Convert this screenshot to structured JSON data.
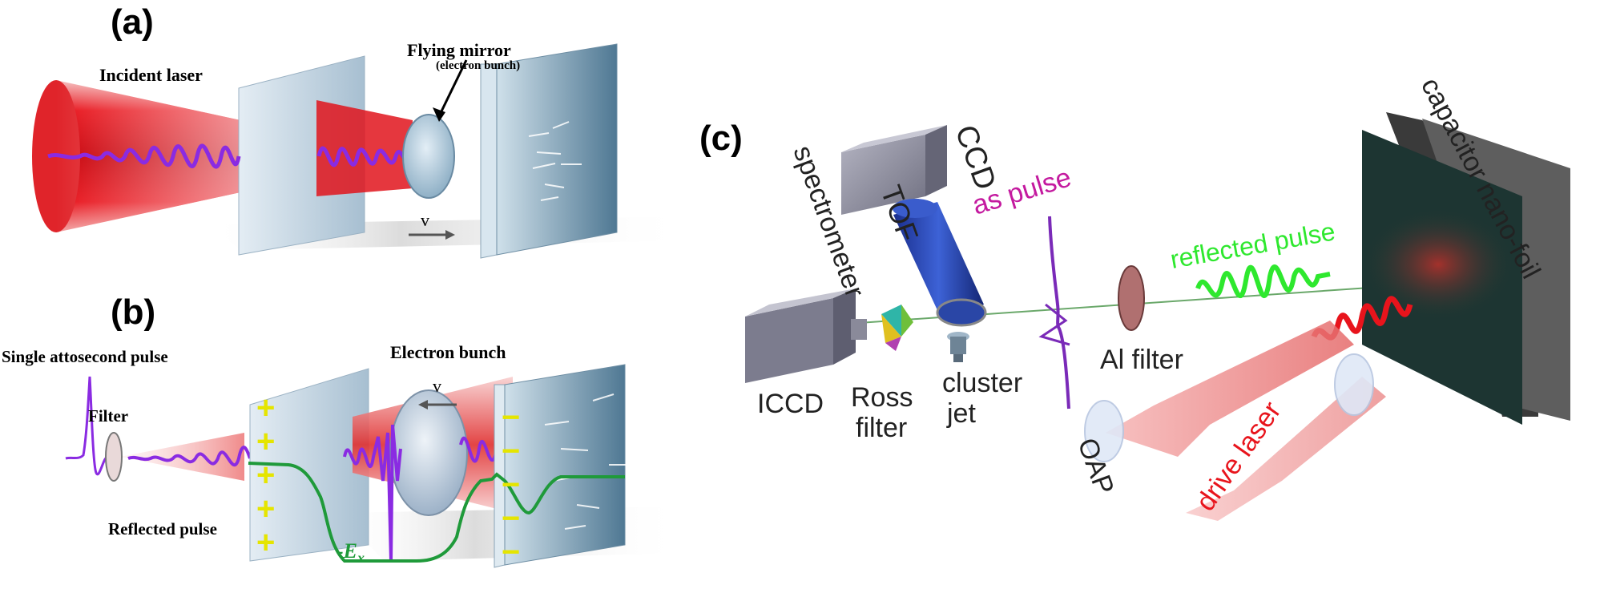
{
  "panel_a": {
    "tag": "(a)",
    "incident_laser": "Incident laser",
    "flying_mirror": "Flying mirror",
    "flying_mirror_sub": "(electron bunch)",
    "velocity": "v"
  },
  "panel_b": {
    "tag": "(b)",
    "single_pulse": "Single attosecond pulse",
    "filter": "Filter",
    "reflected_pulse": "Reflected pulse",
    "electron_bunch": "Electron bunch",
    "velocity": "v",
    "field": "-E",
    "field_sub": "x",
    "plus_sign": "+",
    "minus_sign": "−"
  },
  "panel_c": {
    "tag": "(c)",
    "ccd": "CCD",
    "tof": "TOF",
    "spectrometer": "spectrometer",
    "as_pulse": "as pulse",
    "reflected_pulse": "reflected pulse",
    "capacitor": "capacitor nano-foil",
    "iccd": "ICCD",
    "ross_1": "Ross",
    "ross_2": "filter",
    "cluster_1": "cluster",
    "cluster_2": "jet",
    "al_filter": "Al filter",
    "oap": "OAP",
    "drive_laser": "drive laser"
  },
  "colors": {
    "laser_red": "#e8141c",
    "pulse_purple": "#8a2be2",
    "field_green": "#1f9a3a",
    "as_pulse_magenta": "#c41a9f",
    "reflected_green": "#2ee82e",
    "foil_gray": "#9fb6c8"
  }
}
